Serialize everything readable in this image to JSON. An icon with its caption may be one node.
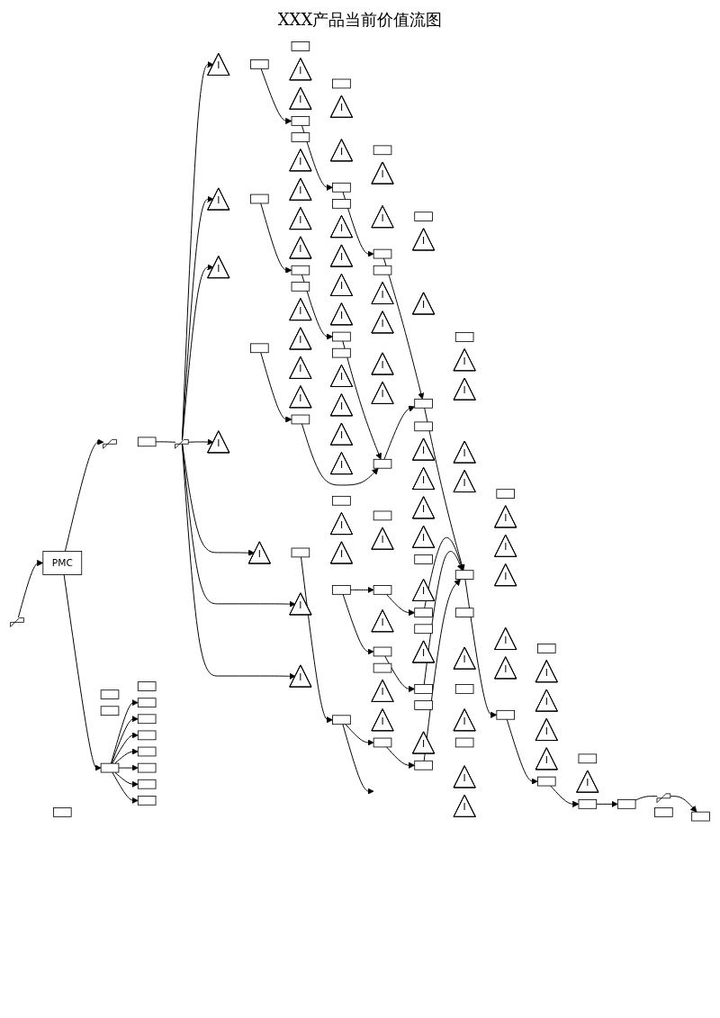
{
  "diagram": {
    "title": "XXX产品当前价值流图",
    "nodes": [
      {
        "text": [],
        "shape": "picture"
      },
      {
        "text": [],
        "shape": "box"
      },
      {
        "text": [],
        "shape": "picture"
      },
      {
        "text": [],
        "shape": "box"
      },
      {
        "text": [
          "PMC"
        ]
      },
      {
        "text": [],
        "shape": "box"
      },
      {
        "text": [],
        "shape": "picture"
      },
      {
        "text": [],
        "shape": "box"
      },
      {
        "text": [],
        "shape": "picture"
      },
      {
        "text": [],
        "shape": "box"
      },
      {
        "text": [],
        "shape": "box"
      },
      {
        "text": [],
        "shape": "box"
      },
      {
        "text": [],
        "shape": "box"
      },
      {
        "text": [],
        "shape": "box"
      },
      {
        "text": [],
        "shape": "box"
      },
      {
        "text": [],
        "shape": "box"
      },
      {
        "text": [],
        "shape": "box"
      },
      {
        "text": [],
        "shape": "box"
      },
      {
        "text": [],
        "shape": "box"
      },
      {
        "text": [
          "I"
        ]
      },
      {
        "text": [],
        "shape": "box"
      },
      {
        "text": [],
        "shape": "box"
      },
      {
        "text": [
          "I"
        ]
      },
      {
        "text": [
          "I"
        ]
      },
      {
        "text": [],
        "shape": "box"
      },
      {
        "text": [],
        "shape": "box"
      },
      {
        "text": [
          "I"
        ]
      },
      {
        "text": [
          "I"
        ]
      },
      {
        "text": [],
        "shape": "box"
      },
      {
        "text": [],
        "shape": "box"
      },
      {
        "text": [
          "I"
        ]
      },
      {
        "text": [
          "I"
        ]
      },
      {
        "text": [],
        "shape": "box"
      },
      {
        "text": [],
        "shape": "box"
      },
      {
        "text": [
          "I"
        ]
      },
      {
        "text": [
          "I"
        ]
      },
      {
        "text": [],
        "shape": "box"
      },
      {
        "text": [],
        "shape": "box"
      },
      {
        "text": [
          "I"
        ]
      },
      {
        "text": [
          "I"
        ]
      },
      {
        "text": [
          "I"
        ]
      },
      {
        "text": [
          "I"
        ]
      },
      {
        "text": [],
        "shape": "box"
      },
      {
        "text": [],
        "shape": "box"
      },
      {
        "text": [
          "I"
        ]
      },
      {
        "text": [
          "I"
        ]
      },
      {
        "text": [
          "I"
        ]
      },
      {
        "text": [
          "I"
        ]
      },
      {
        "text": [
          "I"
        ]
      },
      {
        "text": [],
        "shape": "box"
      },
      {
        "text": [],
        "shape": "box"
      },
      {
        "text": [
          "I"
        ]
      },
      {
        "text": [
          "I"
        ]
      },
      {
        "text": [
          "I"
        ]
      },
      {
        "text": [
          "I"
        ]
      },
      {
        "text": [],
        "shape": "box"
      },
      {
        "text": [],
        "shape": "box"
      },
      {
        "text": [
          "I"
        ]
      },
      {
        "text": [],
        "shape": "box"
      },
      {
        "text": [],
        "shape": "box"
      },
      {
        "text": [
          "I"
        ]
      },
      {
        "text": [],
        "shape": "box"
      },
      {
        "text": [],
        "shape": "box"
      },
      {
        "text": [
          "I"
        ]
      },
      {
        "text": [
          "I"
        ]
      },
      {
        "text": [
          "I"
        ]
      },
      {
        "text": [
          "I"
        ]
      },
      {
        "text": [],
        "shape": "box"
      },
      {
        "text": [],
        "shape": "box"
      },
      {
        "text": [
          "I"
        ]
      },
      {
        "text": [
          "I"
        ]
      },
      {
        "text": [
          "I"
        ]
      },
      {
        "text": [
          "I"
        ]
      },
      {
        "text": [],
        "shape": "box"
      },
      {
        "text": [],
        "shape": "box"
      },
      {
        "text": [
          "I"
        ]
      },
      {
        "text": [
          "I"
        ]
      },
      {
        "text": [
          "I"
        ]
      },
      {
        "text": [
          "I"
        ]
      },
      {
        "text": [],
        "shape": "box"
      },
      {
        "text": [],
        "shape": "box"
      },
      {
        "text": [
          "I"
        ]
      },
      {
        "text": [
          "I"
        ]
      },
      {
        "text": [
          "I"
        ]
      },
      {
        "text": [
          "I"
        ]
      },
      {
        "text": [
          "I"
        ]
      },
      {
        "text": [
          "I"
        ]
      },
      {
        "text": [],
        "shape": "box"
      },
      {
        "text": [],
        "shape": "box"
      },
      {
        "text": [
          "I"
        ]
      },
      {
        "text": [
          "I"
        ]
      },
      {
        "text": [
          "I"
        ]
      },
      {
        "text": [
          "I"
        ]
      },
      {
        "text": [],
        "shape": "box"
      },
      {
        "text": [],
        "shape": "box"
      },
      {
        "text": [
          "I"
        ]
      },
      {
        "text": [
          "I"
        ]
      },
      {
        "text": [
          "I"
        ]
      },
      {
        "text": [
          "I"
        ]
      },
      {
        "text": [
          "I"
        ]
      },
      {
        "text": [
          "I"
        ]
      },
      {
        "text": [],
        "shape": "box"
      },
      {
        "text": [],
        "shape": "box"
      },
      {
        "text": [
          "I"
        ]
      },
      {
        "text": [],
        "shape": "box"
      },
      {
        "text": [],
        "shape": "box"
      },
      {
        "text": [
          "I"
        ]
      },
      {
        "text": [],
        "shape": "box"
      },
      {
        "text": [],
        "shape": "box"
      },
      {
        "text": [
          "I"
        ]
      },
      {
        "text": [
          "I"
        ]
      },
      {
        "text": [],
        "shape": "box"
      },
      {
        "text": [],
        "shape": "box"
      },
      {
        "text": [
          "I"
        ]
      },
      {
        "text": [],
        "shape": "box"
      },
      {
        "text": [],
        "shape": "box"
      },
      {
        "text": [
          "I"
        ]
      },
      {
        "text": [
          "I"
        ]
      },
      {
        "text": [],
        "shape": "box"
      },
      {
        "text": [],
        "shape": "box"
      },
      {
        "text": [
          "I"
        ]
      },
      {
        "text": [
          "I"
        ]
      },
      {
        "text": [],
        "shape": "box"
      },
      {
        "text": [],
        "shape": "box"
      },
      {
        "text": [
          "I"
        ]
      },
      {
        "text": [
          "I"
        ]
      },
      {
        "text": [],
        "shape": "box"
      },
      {
        "text": [],
        "shape": "box"
      },
      {
        "text": [
          "I"
        ]
      },
      {
        "text": [],
        "shape": "box"
      },
      {
        "text": [],
        "shape": "box"
      },
      {
        "text": [
          "I"
        ]
      },
      {
        "text": [
          "I"
        ]
      },
      {
        "text": [],
        "shape": "box"
      }
    ],
    "edges": [
      {
        "from": 4,
        "to": 0,
        "arrow": "to"
      },
      {
        "from": 6,
        "to": 4,
        "arrow": "to"
      },
      {
        "from": 4,
        "to": 10,
        "arrow": "to"
      },
      {
        "from": 10,
        "to": 12,
        "arrow": "to"
      },
      {
        "from": 10,
        "to": 13,
        "arrow": "to"
      },
      {
        "from": 10,
        "to": 14,
        "arrow": "to"
      },
      {
        "from": 10,
        "to": 15,
        "arrow": "to"
      },
      {
        "from": 10,
        "to": 16,
        "arrow": "to"
      },
      {
        "from": 10,
        "to": 17,
        "arrow": "to"
      },
      {
        "from": 10,
        "to": 18,
        "arrow": "to"
      },
      {
        "from": 1,
        "to": 2,
        "arrow": "none"
      },
      {
        "from": 2,
        "to": 117,
        "arrow": "to"
      },
      {
        "from": 59,
        "to": 8,
        "arrow": "none"
      },
      {
        "from": 8,
        "to": 7,
        "arrow": "to"
      },
      {
        "from": 2,
        "to": 19,
        "arrow": "to"
      },
      {
        "from": 2,
        "to": 60,
        "arrow": "to"
      },
      {
        "from": 2,
        "to": 85,
        "arrow": "to"
      },
      {
        "from": 2,
        "to": 86,
        "arrow": "to"
      },
      {
        "from": 2,
        "to": 99,
        "arrow": "to"
      },
      {
        "from": 2,
        "to": 100,
        "arrow": "to"
      },
      {
        "from": 20,
        "to": 24,
        "arrow": "to"
      },
      {
        "from": 24,
        "to": 28,
        "arrow": "to"
      },
      {
        "from": 28,
        "to": 32,
        "arrow": "to"
      },
      {
        "from": 32,
        "to": 36,
        "arrow": "to"
      },
      {
        "from": 36,
        "to": 42,
        "arrow": "to"
      },
      {
        "from": 42,
        "to": 49,
        "arrow": "to"
      },
      {
        "from": 49,
        "to": 55,
        "arrow": "to"
      },
      {
        "from": 55,
        "to": 58,
        "arrow": "to"
      },
      {
        "from": 58,
        "to": 59,
        "arrow": "to"
      },
      {
        "from": 61,
        "to": 67,
        "arrow": "to"
      },
      {
        "from": 67,
        "to": 73,
        "arrow": "to"
      },
      {
        "from": 73,
        "to": 79,
        "arrow": "to"
      },
      {
        "from": 79,
        "to": 36,
        "arrow": "to"
      },
      {
        "from": 87,
        "to": 93,
        "arrow": "to"
      },
      {
        "from": 93,
        "to": 79,
        "arrow": "to"
      },
      {
        "from": 101,
        "to": 104,
        "arrow": "to"
      },
      {
        "from": 104,
        "to": 107,
        "arrow": "to"
      },
      {
        "from": 107,
        "to": 42,
        "arrow": "to"
      },
      {
        "from": 101,
        "to": 111,
        "arrow": "to"
      },
      {
        "from": 111,
        "to": 114,
        "arrow": "to"
      },
      {
        "from": 114,
        "to": 42,
        "arrow": "to"
      },
      {
        "from": 118,
        "to": 122,
        "arrow": "to"
      },
      {
        "from": 122,
        "to": null,
        "arrow": "to"
      },
      {
        "from": 122,
        "to": 126,
        "arrow": "to"
      },
      {
        "from": 126,
        "to": 129,
        "arrow": "to"
      },
      {
        "from": 129,
        "to": 42,
        "arrow": "to"
      }
    ]
  }
}
